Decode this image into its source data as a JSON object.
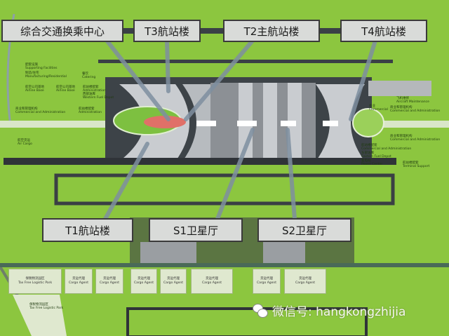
{
  "callouts": {
    "gtc": "综合交通换乘中心",
    "t3": "T3航站楼",
    "t2": "T2主航站楼",
    "t4": "T4航站楼",
    "t1": "T1航站楼",
    "s1": "S1卫星厅",
    "s2": "S2卫星厅"
  },
  "zones": {
    "supporting": [
      "配套设施",
      "Supporting Facilities"
    ],
    "manufacturing": [
      "制造/住宅",
      "Manufacturing/Residential"
    ],
    "catering": [
      "餐饮",
      "Catering"
    ],
    "airline_base_1": [
      "航空公司基地",
      "Airline Base"
    ],
    "airline_base_2": [
      "航空公司基地",
      "Airline Base"
    ],
    "admin_fuel": [
      "航站楼配套",
      "Administration",
      "西部油库",
      "Western Fuel Depot"
    ],
    "commercial_left": [
      "商业和管理机构",
      "Commercial and Administration"
    ],
    "administration": [
      "航站楼配套",
      "Administration"
    ],
    "air_cargo": [
      "航空货运",
      "Air Cargo"
    ],
    "maintenance": [
      "飞机维修",
      "Aircraft Maintenance"
    ],
    "commercial_r": [
      "商业",
      "Commercial"
    ],
    "comm_admin_r1": [
      "商业和管理机构",
      "Commercial and Administration"
    ],
    "comm_admin_r2": [
      "航站楼配套",
      "Commercial and Administration"
    ],
    "comm_admin_r3": [
      "商业和管理机构",
      "Commercial and Administration"
    ],
    "eastern_fuel": [
      "东部油库",
      "Eastern Fuel Depot"
    ],
    "power": [
      "变电站",
      "Power Center"
    ],
    "terminal_support": [
      "航站楼配套",
      "Terminal Support"
    ]
  },
  "bottom": {
    "tax_free_1": [
      "保税物流园区",
      "Tax Free Logistic Park"
    ],
    "tax_free_2": [
      "保税物流园区",
      "Tax Free Logistic Park"
    ],
    "cargo_agents": [
      [
        "货运代理",
        "Cargo Agent"
      ],
      [
        "货运代理",
        "Cargo Agent"
      ],
      [
        "货运代理",
        "Cargo Agent"
      ],
      [
        "货运代理",
        "Cargo Agent"
      ],
      [
        "货运代理",
        "Cargo Agent"
      ],
      [
        "货运代理",
        "Cargo Agent"
      ],
      [
        "货运代理",
        "Cargo Agent"
      ]
    ]
  },
  "watermark": "微信号: hangkongzhijia"
}
